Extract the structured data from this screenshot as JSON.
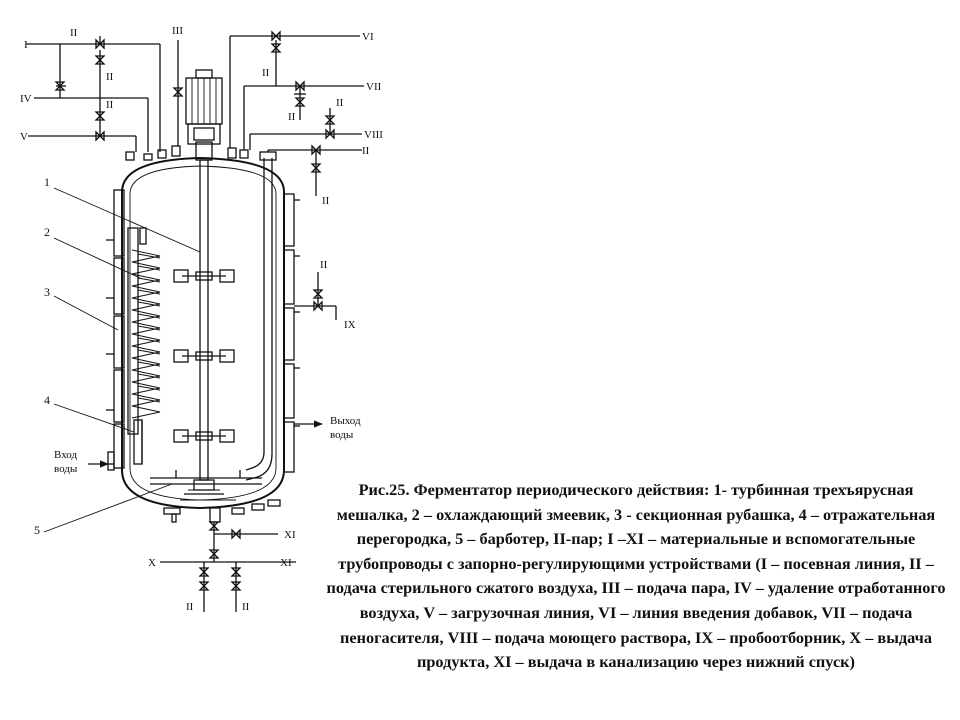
{
  "labels": {
    "roman": {
      "I": "I",
      "II": "II",
      "III": "III",
      "IV": "IV",
      "V": "V",
      "VI": "VI",
      "VII": "VII",
      "VIII": "VIII",
      "IX": "IX",
      "X": "X",
      "XI": "XI"
    },
    "parts": {
      "p1": "1",
      "p2": "2",
      "p3": "3",
      "p4": "4",
      "p5": "5"
    },
    "water_in": {
      "line1": "Вход",
      "line2": "воды"
    },
    "water_out": {
      "line1": "Выход",
      "line2": "воды"
    }
  },
  "caption": "Рис.25. Ферментатор периодического действия: 1- турбинная трехъярусная мешалка, 2 – охлаждающий змеевик, 3 - секционная рубашка, 4 – отражательная перегородка, 5 – барботер, II-пар; I –XI – материальные и вспомогательные трубопроводы с запорно-регулирующими устройствами (I – посевная линия, II – подача стерильного сжатого воздуха, III – подача пара, IV – удаление отработанного воздуха, V – загрузочная линия, VI – линия введения добавок, VII – подача пеногасителя, VIII – подача моющего раствора, IX – пробоотборник, X – выдача продукта, XI – выдача в канализацию через нижний спуск)"
}
